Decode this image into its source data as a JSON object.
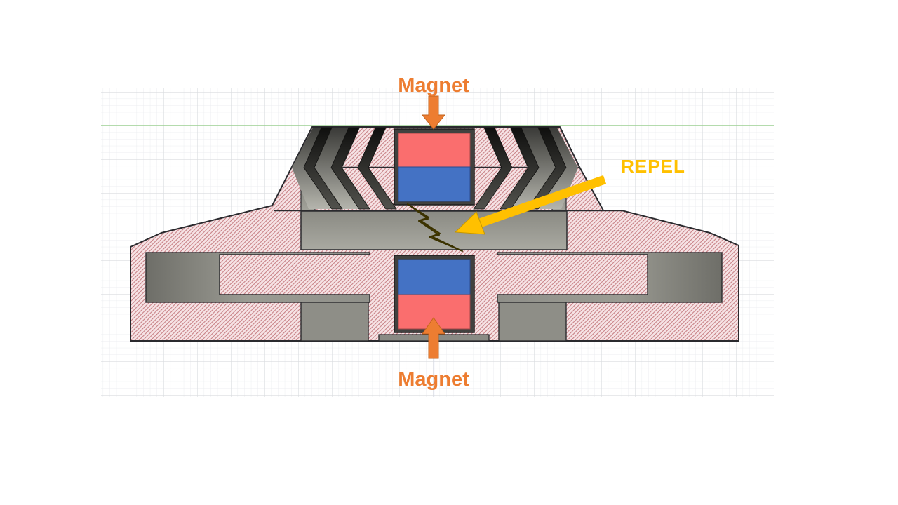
{
  "scene": {
    "labels": {
      "top_magnet": "Magnet",
      "bottom_magnet": "Magnet",
      "repel": "REPEL"
    },
    "icons": {
      "top_arrow": "down-block-arrow",
      "bottom_arrow": "up-block-arrow",
      "repel_arrow": "diagonal-arrow",
      "gap_symbol": "lightning-bolt"
    },
    "colors": {
      "label_orange": "#ED7D31",
      "arrow_orange_edge": "#C2641F",
      "repel_gold": "#FFC000",
      "repel_gold_edge": "#C49600",
      "magnet_red": "#FA6E6E",
      "magnet_blue": "#4472C4",
      "bolt_yellow": "#F9E13D",
      "bolt_outline": "#3B3200",
      "hatch_background": "#F6E3E5",
      "hatch_line": "#C4797E",
      "outline_dark": "#2A2A2E",
      "pocket_gray": "#41413F",
      "metal_gray": "#96968E",
      "thread_dark": "#141412",
      "grid_minor": "#EBEDF0",
      "grid_major": "#D9DCDF",
      "construction_green": "#9CCF92",
      "axis_blue": "#C3C8EE"
    }
  }
}
